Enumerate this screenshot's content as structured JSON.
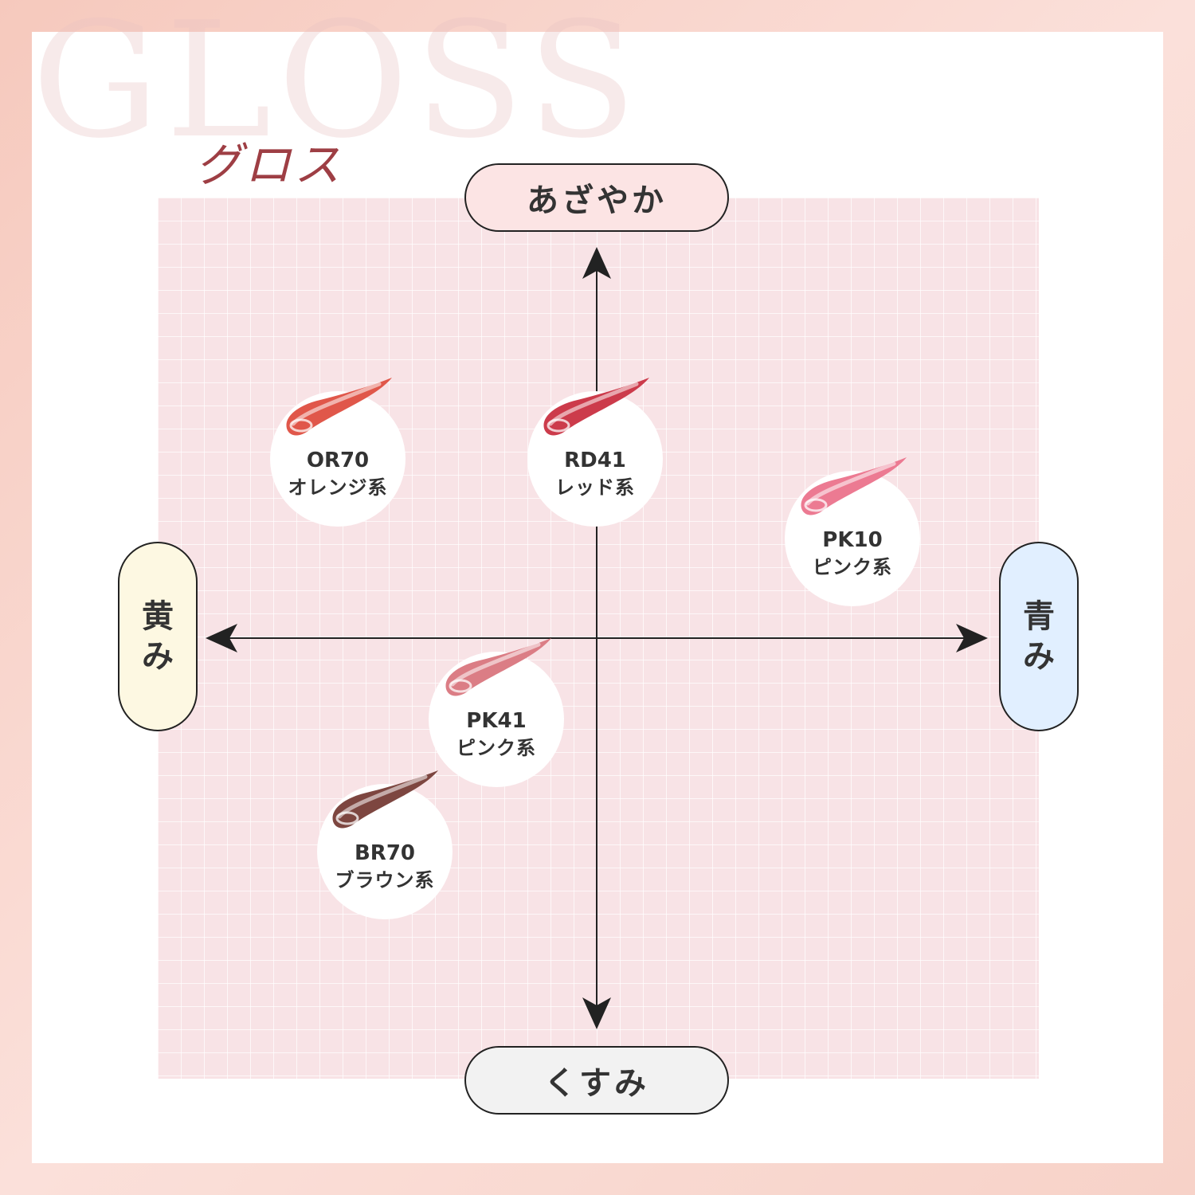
{
  "watermark": "GLOSS",
  "title": "グロス",
  "axes": {
    "top": "あざやか",
    "bottom": "くすみ",
    "left": [
      "黄",
      "み"
    ],
    "right": [
      "青",
      "み"
    ]
  },
  "shades": [
    {
      "code": "OR70",
      "type": "オレンジ系",
      "color": "#e0574a"
    },
    {
      "code": "RD41",
      "type": "レッド系",
      "color": "#cc3b4b"
    },
    {
      "code": "PK10",
      "type": "ピンク系",
      "color": "#ec7a92"
    },
    {
      "code": "PK41",
      "type": "ピンク系",
      "color": "#db7d85"
    },
    {
      "code": "BR70",
      "type": "ブラウン系",
      "color": "#7d4640"
    }
  ],
  "colors": {
    "title": "#9e3e44",
    "plot_background": "#f8e3e6",
    "axis_line": "#222222"
  }
}
